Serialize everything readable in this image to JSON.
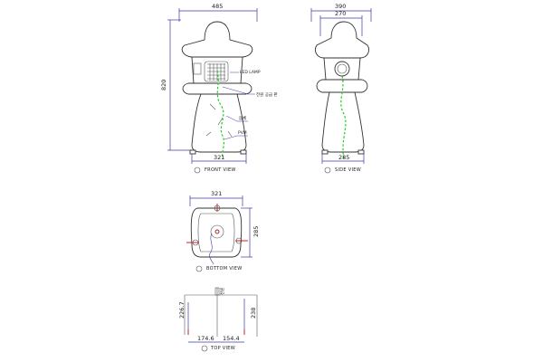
{
  "front_view": {
    "label": "FRONT VIEW",
    "dim_top_width": "485",
    "dim_height": "820",
    "dim_base_width": "321",
    "callout_led": "LED LAMP",
    "callout_cable": "전원 공급 판",
    "callout_body": "몸체",
    "callout_base": "PVM"
  },
  "side_view": {
    "label": "SIDE VIEW",
    "dim_top_outer": "390",
    "dim_top_inner": "270",
    "dim_base_width": "285"
  },
  "bottom_view": {
    "label": "BOTTOM VIEW",
    "dim_width": "321",
    "dim_height": "285"
  },
  "top_view": {
    "label": "TOP VIEW",
    "dim_left_height": "226.7",
    "dim_right_height": "238",
    "dim_left_offset": "174.6",
    "dim_right_offset": "154.4",
    "center_label": "전원"
  },
  "colors": {
    "dimension_line": "#3a3aa8",
    "cable": "#22cc22",
    "anchor_mark": "#cc2222"
  }
}
